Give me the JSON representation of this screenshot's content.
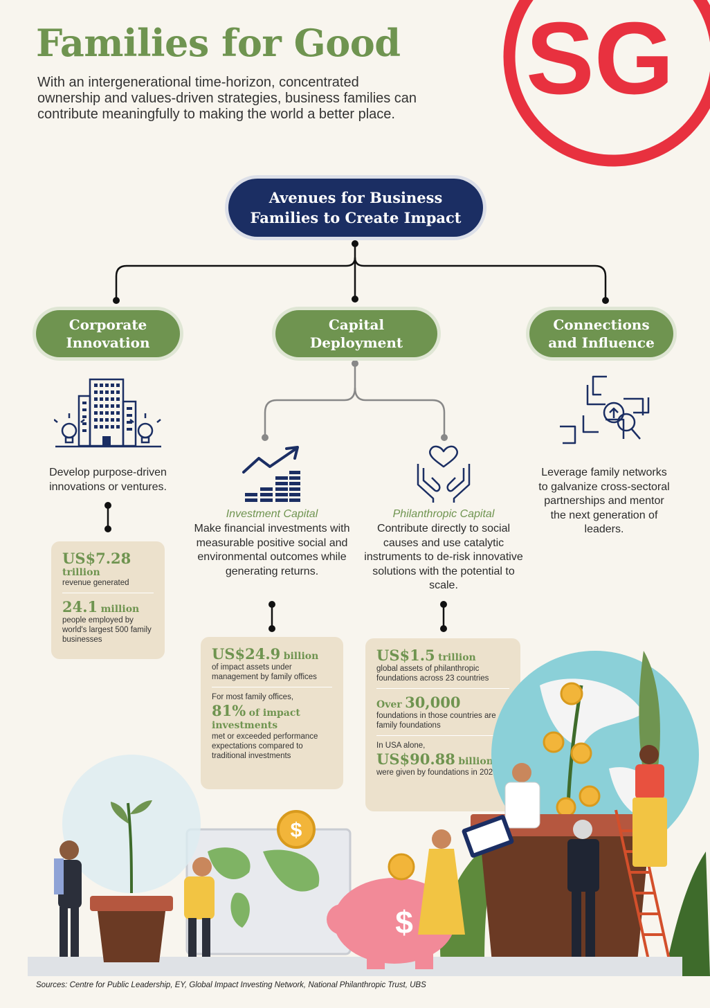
{
  "header": {
    "title": "Families for Good",
    "intro": "With an intergenerational time-horizon, concentrated ownership and values-driven strategies, business families can contribute meaningfully to making the world a better place.",
    "logo_text": "SG"
  },
  "root": {
    "line1": "Avenues for Business",
    "line2": "Families to Create Impact"
  },
  "avenues": [
    {
      "line1": "Corporate",
      "line2": "Innovation",
      "description": "Develop purpose-driven innovations or ventures."
    },
    {
      "line1": "Capital",
      "line2": "Deployment"
    },
    {
      "line1": "Connections",
      "line2": "and Influence",
      "description": "Leverage family networks to galvanize cross-sectoral partnerships and mentor the next generation of leaders."
    }
  ],
  "capital": [
    {
      "title": "Investment Capital",
      "description": "Make financial investments with measurable positive social and environmental outcomes while generating returns."
    },
    {
      "title": "Philanthropic Capital",
      "description": "Contribute directly to social causes and use catalytic instruments to de-risk innovative solutions with the potential to scale."
    }
  ],
  "stats": {
    "corporate": {
      "v1": "US$7.28",
      "u1": "trillion",
      "t1": "revenue generated",
      "v2": "24.1",
      "u2": "million",
      "t2": "people employed by world's largest 500 family businesses"
    },
    "investment": {
      "v1": "US$24.9",
      "u1": "billion",
      "t1": "of impact assets under management by family offices",
      "pre2": "For most family offices,",
      "v2": "81%",
      "u2": "of impact investments",
      "t2": "met or exceeded performance expectations compared to traditional investments"
    },
    "philanthropic": {
      "v1": "US$1.5",
      "u1": "trillion",
      "t1": "global assets of philanthropic foundations across 23 countries",
      "pre2": "Over",
      "v2": "30,000",
      "t2": "foundations in those countries are family foundations",
      "pre3": "In USA alone,",
      "v3": "US$90.88",
      "u3": "billion",
      "t3": "were given by foundations in 2021"
    }
  },
  "icons": {
    "buildings": "buildings-lightbulbs-icon",
    "growth": "growth-chart-icon",
    "heart": "heart-hands-icon",
    "network": "handshake-network-icon",
    "coin_symbol": "$"
  },
  "colors": {
    "green": "#6f9450",
    "navy": "#1b2e63",
    "red": "#e8313f",
    "beige": "#ece1cc"
  },
  "sources": "Sources: Centre for Public Leadership, EY, Global Impact Investing Network, National Philanthropic Trust, UBS"
}
